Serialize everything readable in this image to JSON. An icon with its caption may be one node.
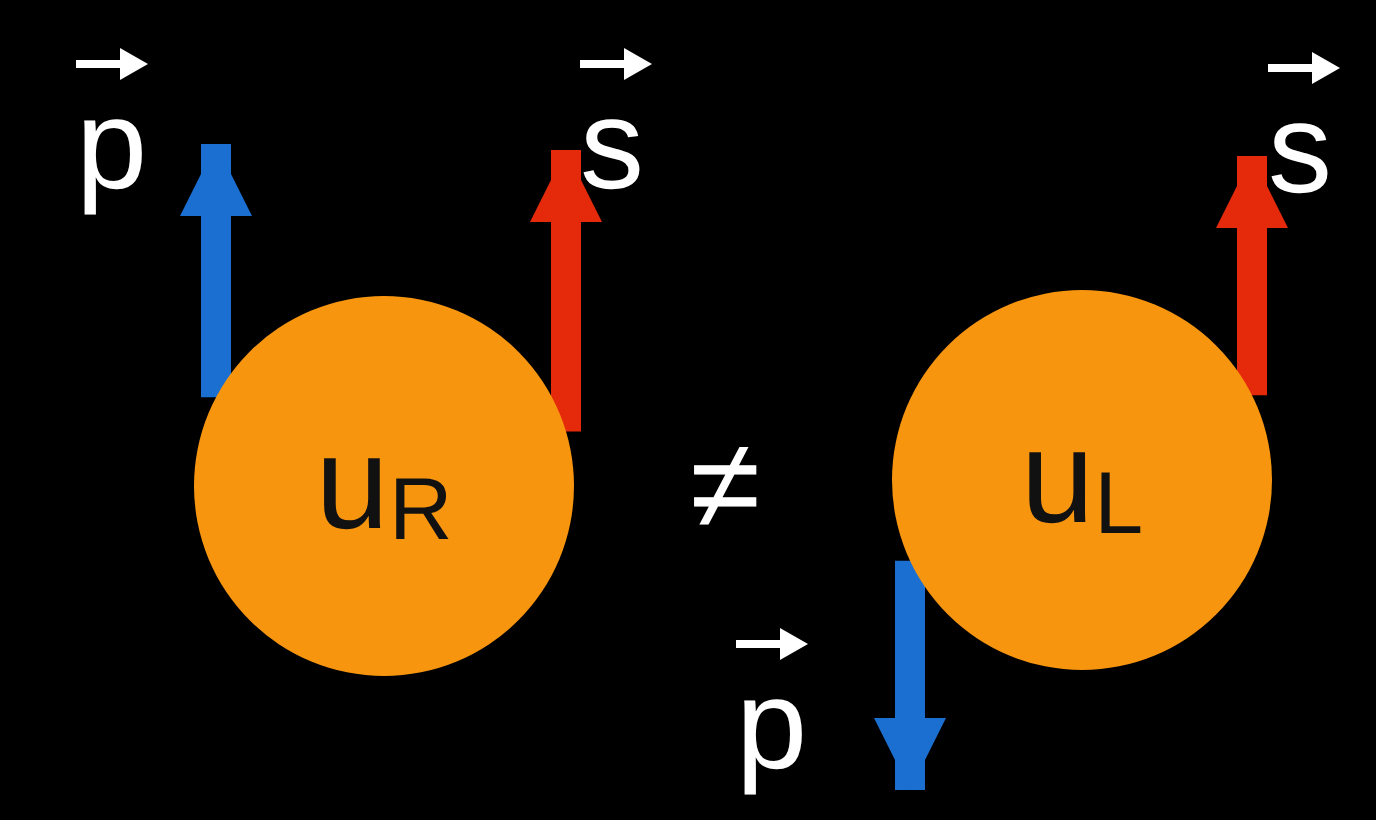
{
  "diagram": {
    "nodes": [
      {
        "text": [
          "u$_{R}$"
        ]
      },
      {
        "text": [
          "u$_{L}$"
        ]
      }
    ],
    "edges": [
      {
        "from": 0,
        "to": null,
        "arrow": "to",
        "label": "p",
        "color": "#1a6fd1"
      },
      {
        "from": 0,
        "to": null,
        "arrow": "to",
        "label": "s",
        "color": "#e5290b"
      },
      {
        "from": 1,
        "to": null,
        "arrow": "to",
        "label": "s",
        "color": "#e5290b"
      },
      {
        "from": 1,
        "to": null,
        "arrow": "to",
        "label": "p",
        "color": "#1a6fd1"
      }
    ],
    "labels": [
      "≠"
    ]
  }
}
